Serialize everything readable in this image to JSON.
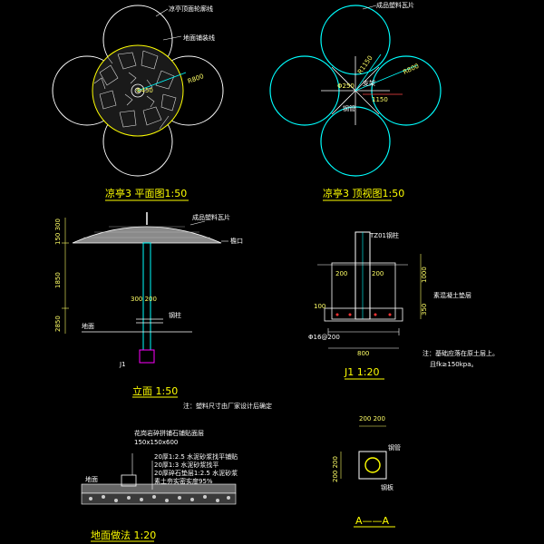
{
  "drawing": {
    "plan": {
      "title": "凉亭3 平面图1:50",
      "label_top": "凉亭顶面轮廓线",
      "label_floor": "地面铺装线",
      "dim_r": "R800",
      "dim_d": "Φ450"
    },
    "roof": {
      "title": "凉亭3 顶视图1:50",
      "label_top": "成品塑料瓦片",
      "dim_r1": "R1150",
      "dim_r2": "R800",
      "dim_phi": "Φ250",
      "dim_1150": "1150",
      "label_mid": "支架",
      "label_low": "钢管"
    },
    "elevation": {
      "title": "立面 1:50",
      "label_roof": "成品塑料瓦片",
      "label_eave": "檐口",
      "label_col": "钢柱",
      "label_ground": "地面",
      "label_j1": "J1",
      "dim_top": "150 300",
      "dim_mid": "1850",
      "dim_low": "2850",
      "dim_small": "300 200",
      "note": "注：塑料尺寸由厂家设计后确定"
    },
    "j1": {
      "title": "J1  1:20",
      "dim_200a": "200",
      "dim_200b": "200",
      "dim_100": "100",
      "dim_800": "800",
      "dim_1000": "1000",
      "dim_350": "350",
      "label_top": "TZ01钢柱",
      "label_side": "素混凝土垫层",
      "label_bot": "Φ16@200",
      "note1": "注：基础应落在原土层上。",
      "note2": "且fk≥150kpa。"
    },
    "paving": {
      "title": "地面做法 1:20",
      "head1": "花岗岩碎拼铺石铺贴面层",
      "head2": "150x150x600",
      "l1": "20厚1:2.5 水泥砂浆找平铺贴",
      "l2": "20厚1:3 水泥砂浆找平",
      "l3": "20厚碎石垫层1:2.5 水泥砂浆",
      "l4": "素土夯实密实度95%",
      "ground": "地面"
    },
    "section_aa": {
      "title": "A——A",
      "dim_top": "200 200",
      "dim_side": "200 200",
      "label1": "钢管",
      "label2": "钢板"
    }
  }
}
